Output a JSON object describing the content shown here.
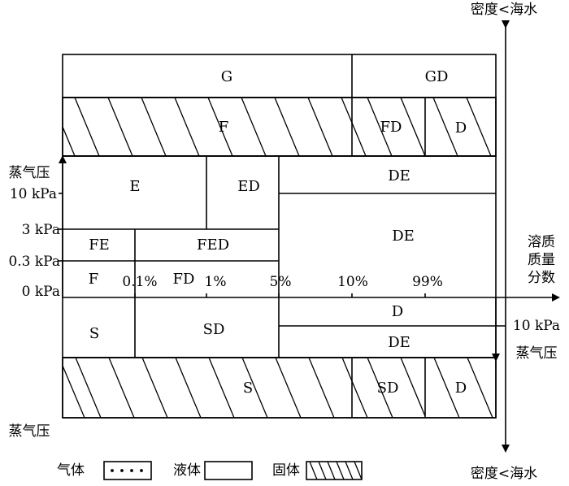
{
  "zones": {
    "G": "G",
    "GD_top": "GD",
    "F_top": "F",
    "FD_top": "FD",
    "D_top": "D",
    "E": "E",
    "ED": "ED",
    "DE_upper": "DE",
    "FE": "FE",
    "FED": "FED",
    "DE_mid": "DE",
    "F": "F",
    "FD": "FD",
    "S": "S",
    "SD": "SD",
    "D_low": "D",
    "DE_low": "DE",
    "S_bottom": "S",
    "SD_bottom": "SD",
    "D_bottom": "D"
  },
  "axis_labels": {
    "density_top": "密度<海水",
    "density_bottom": "密度<海水",
    "vapor_pressure_left": "蒸气压",
    "vapor_pressure_right": "蒸气压",
    "vapor_pressure_bottom_left": "蒸气压",
    "right_10kpa": "10 kPa",
    "solute_fraction": [
      "溶质",
      "质量",
      "分数"
    ]
  },
  "pressure_ticks": [
    "10 kPa",
    "3 kPa",
    "0.3 kPa",
    "0 kPa"
  ],
  "fraction_ticks": [
    "0.1%",
    "1%",
    "5%",
    "10%",
    "99%"
  ],
  "legend": {
    "gas": "气体",
    "liquid": "液体",
    "solid": "固体"
  }
}
